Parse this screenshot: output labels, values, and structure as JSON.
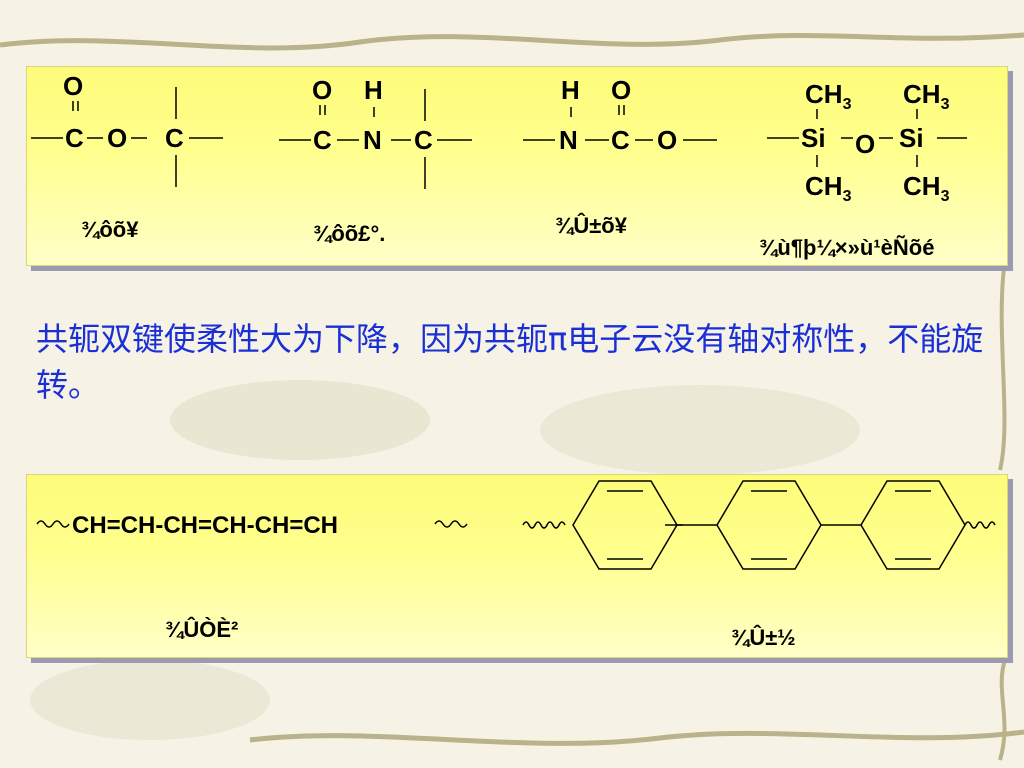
{
  "groups": [
    {
      "label": "¾ôõ¥",
      "atoms": [
        "O",
        "C",
        "O",
        "C"
      ]
    },
    {
      "label": "¾ôõ£°.",
      "atoms": [
        "O",
        "H",
        "C",
        "N",
        "C"
      ]
    },
    {
      "label": "¾Û±õ¥",
      "atoms": [
        "H",
        "O",
        "N",
        "C",
        "O"
      ]
    },
    {
      "label": "¾ù¶þ¼×»ù¹èÑõé",
      "atoms": [
        "CH",
        "3",
        "CH",
        "3",
        "Si",
        "O",
        "Si",
        "CH",
        "3",
        "CH",
        "3"
      ]
    }
  ],
  "description": "共轭双键使柔性大为下降，因为共轭π电子云没有轴对称性，不能旋转。",
  "bottom": {
    "polyene_formula": "CH=CH-CH=CH-CH=CH",
    "polyene_label": "¾ÛÒÈ²",
    "polyphenyl_label": "¾Û±½"
  },
  "colors": {
    "panel": "#ffff8c",
    "text_blue": "#1a2fd6"
  }
}
